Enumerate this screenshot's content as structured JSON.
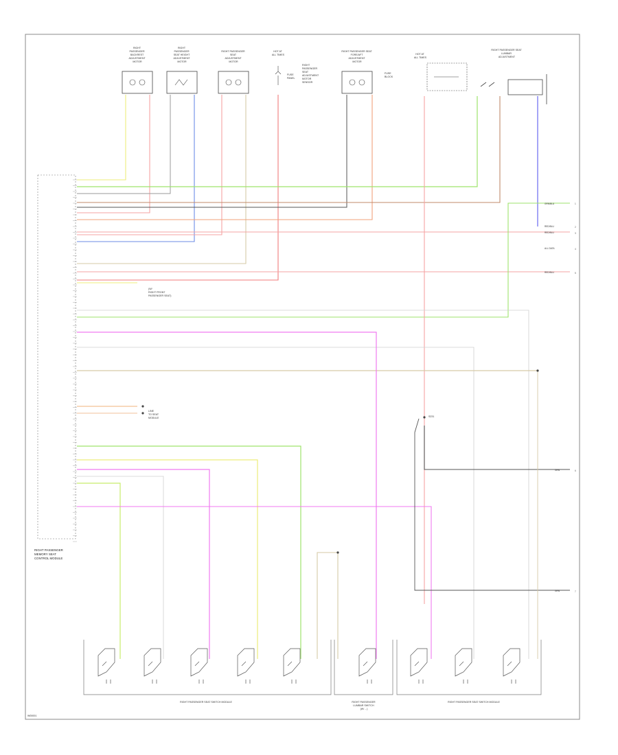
{
  "module": {
    "label_lines": [
      "RIGHT PASSENGER",
      "MEMORY SEAT",
      "CONTROL MODULE"
    ]
  },
  "top_components": [
    {
      "id": "c1",
      "lines": [
        "RIGHT",
        "PASSENGER",
        "BACKREST",
        "ADJUSTMENT",
        "MOTOR"
      ]
    },
    {
      "id": "c2",
      "lines": [
        "RIGHT",
        "PASSENGER",
        "SEAT HEIGHT",
        "ADJUSTMENT",
        "MOTOR"
      ]
    },
    {
      "id": "c3",
      "lines": [
        "RIGHT PASSENGER",
        "SEAT",
        "ADJUSTMENT",
        "MOTOR"
      ]
    },
    {
      "id": "c4",
      "lines": [
        "HOT AT",
        "ALL TIMES"
      ]
    },
    {
      "id": "c5",
      "lines": [
        "RIGHT PASSENGER SEAT",
        "FORE/AFT",
        "ADJUSTMENT",
        "MOTOR"
      ]
    },
    {
      "id": "c6",
      "lines": [
        "HOT AT",
        "ALL TIMES"
      ]
    },
    {
      "id": "c7",
      "lines": [
        "RIGHT PASSENGER SEAT",
        "LUMBAR",
        "ADJUSTMENT"
      ]
    }
  ],
  "side_notes": [
    {
      "id": "n1",
      "lines": [
        "RIGHT",
        "PASSENGER",
        "SEAT",
        "ADJUSTMENT",
        "MOTOR",
        "SENSOR"
      ]
    },
    {
      "id": "n2",
      "lines": [
        "FUSE",
        "PANEL"
      ]
    },
    {
      "id": "n3",
      "lines": [
        "FUSE",
        "BLOCK"
      ]
    }
  ],
  "module_note": {
    "lines": [
      "(W/",
      "RIGHT FRONT",
      "PASSENGER SEAT)"
    ]
  },
  "ground_note": {
    "lines": [
      "LINE",
      "TO SEAT",
      "MODULE"
    ]
  },
  "right_tags": [
    {
      "id": "t1",
      "text": "GRN/BLU"
    },
    {
      "id": "t2",
      "text": "RED/BLU"
    },
    {
      "id": "t3",
      "text": "RED/BLU"
    },
    {
      "id": "t4",
      "text": "ALL DATA"
    },
    {
      "id": "t5",
      "text": "RED/BLU"
    },
    {
      "id": "t6",
      "text": "GRN"
    },
    {
      "id": "t7",
      "text": "GRN"
    }
  ],
  "right_pins": [
    "1",
    "2",
    "3",
    "4",
    "5",
    "6",
    "7"
  ],
  "bottom_groups": [
    {
      "id": "g1",
      "label": "RIGHT PASSENGER SEAT SWITCH MODULE"
    },
    {
      "id": "g2",
      "lines": [
        "RIGHT PASSENGER",
        "LUMBAR SWITCH",
        "(W/ ...)"
      ]
    },
    {
      "id": "g3",
      "label": "RIGHT PASSENGER SEAT SWITCH MODULE"
    }
  ],
  "splice_label": "S231",
  "footer_code": "W00001",
  "colors": {
    "yellow": "#eded7a",
    "pink": "#f5a3a3",
    "blue": "#6b8be6",
    "green": "#9ee36b",
    "brown": "#a88a66",
    "gray": "#9a9a9a",
    "magenta": "#f07af0",
    "violet": "#5a5aee",
    "dark": "#555555",
    "lgreen": "#6fbf3a",
    "tan": "#d6c9a6"
  }
}
